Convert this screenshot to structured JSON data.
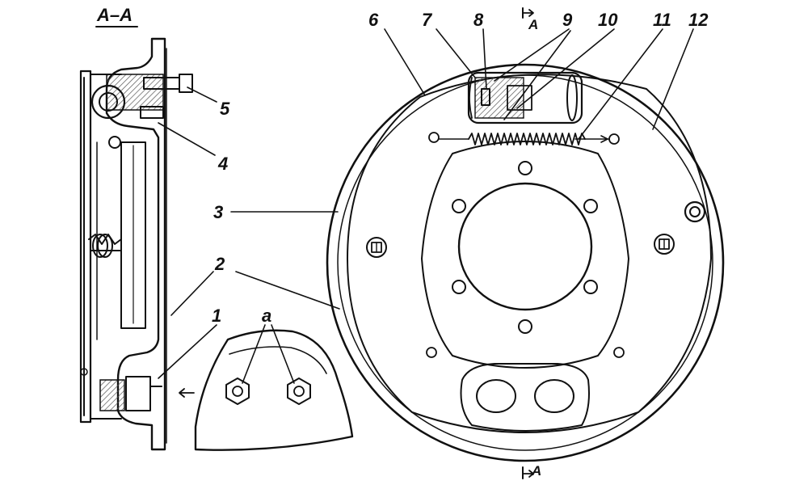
{
  "section_title": "A–A",
  "section_marker_top": "A",
  "section_marker_bottom": "A",
  "callouts": {
    "c1": "1",
    "c2_left": "2",
    "c2_right": "2",
    "c3": "3",
    "c4": "4",
    "c5": "5",
    "c6": "6",
    "c7": "7",
    "c8": "8",
    "c9": "9",
    "c10": "10",
    "c11": "11",
    "c12": "12",
    "ca": "a"
  },
  "colors": {
    "ink": "#111111",
    "paper": "#ffffff",
    "hatch": "#555555",
    "shade": "#dddddd"
  }
}
